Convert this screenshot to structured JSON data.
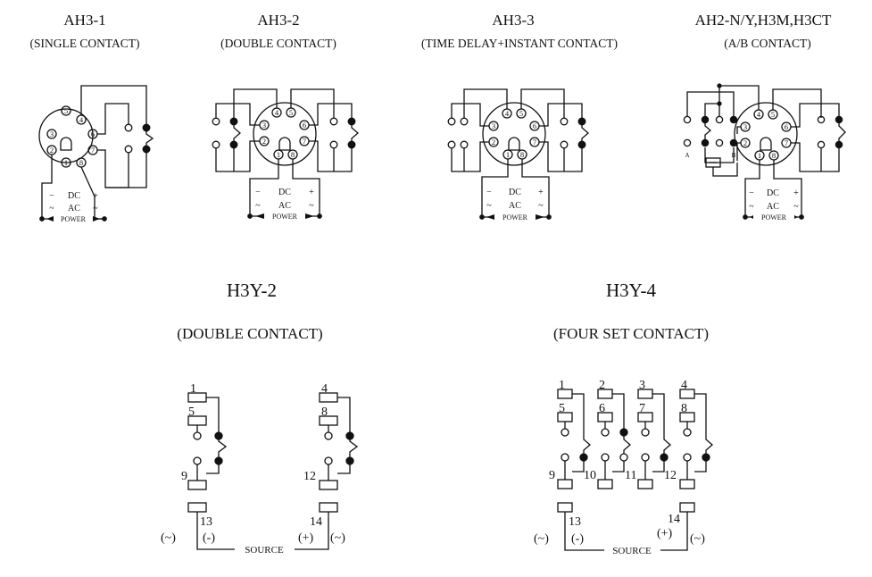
{
  "diagrams": [
    {
      "title": "AH3-1",
      "subtitle": "(SINGLE CONTACT)"
    },
    {
      "title": "AH3-2",
      "subtitle": "(DOUBLE CONTACT)"
    },
    {
      "title": "AH3-3",
      "subtitle": "(TIME DELAY+INSTANT CONTACT)"
    },
    {
      "title": "AH2-N/Y,H3M,H3CT",
      "subtitle": "(A/B CONTACT)"
    }
  ],
  "bottom": [
    {
      "title": "H3Y-2",
      "subtitle": "(DOUBLE CONTACT)"
    },
    {
      "title": "H3Y-4",
      "subtitle": "(FOUR SET CONTACT)"
    }
  ],
  "labels": {
    "dc": "DC",
    "ac": "AC",
    "minus": "−",
    "plus": "+",
    "tilde": "~",
    "power": "POWER",
    "source": "SOURCE",
    "tilde_paren": "(~)",
    "minus_paren": "(-)",
    "plus_paren": "(+)",
    "a": "A",
    "b": "B"
  },
  "pins": [
    "1",
    "2",
    "3",
    "4",
    "5",
    "6",
    "7",
    "8"
  ],
  "h3y2_terminals": [
    "1",
    "5",
    "9",
    "4",
    "8",
    "12",
    "13",
    "14"
  ],
  "h3y4_terminals": [
    "1",
    "5",
    "9",
    "2",
    "6",
    "10",
    "3",
    "7",
    "11",
    "4",
    "8",
    "12",
    "13",
    "14"
  ]
}
